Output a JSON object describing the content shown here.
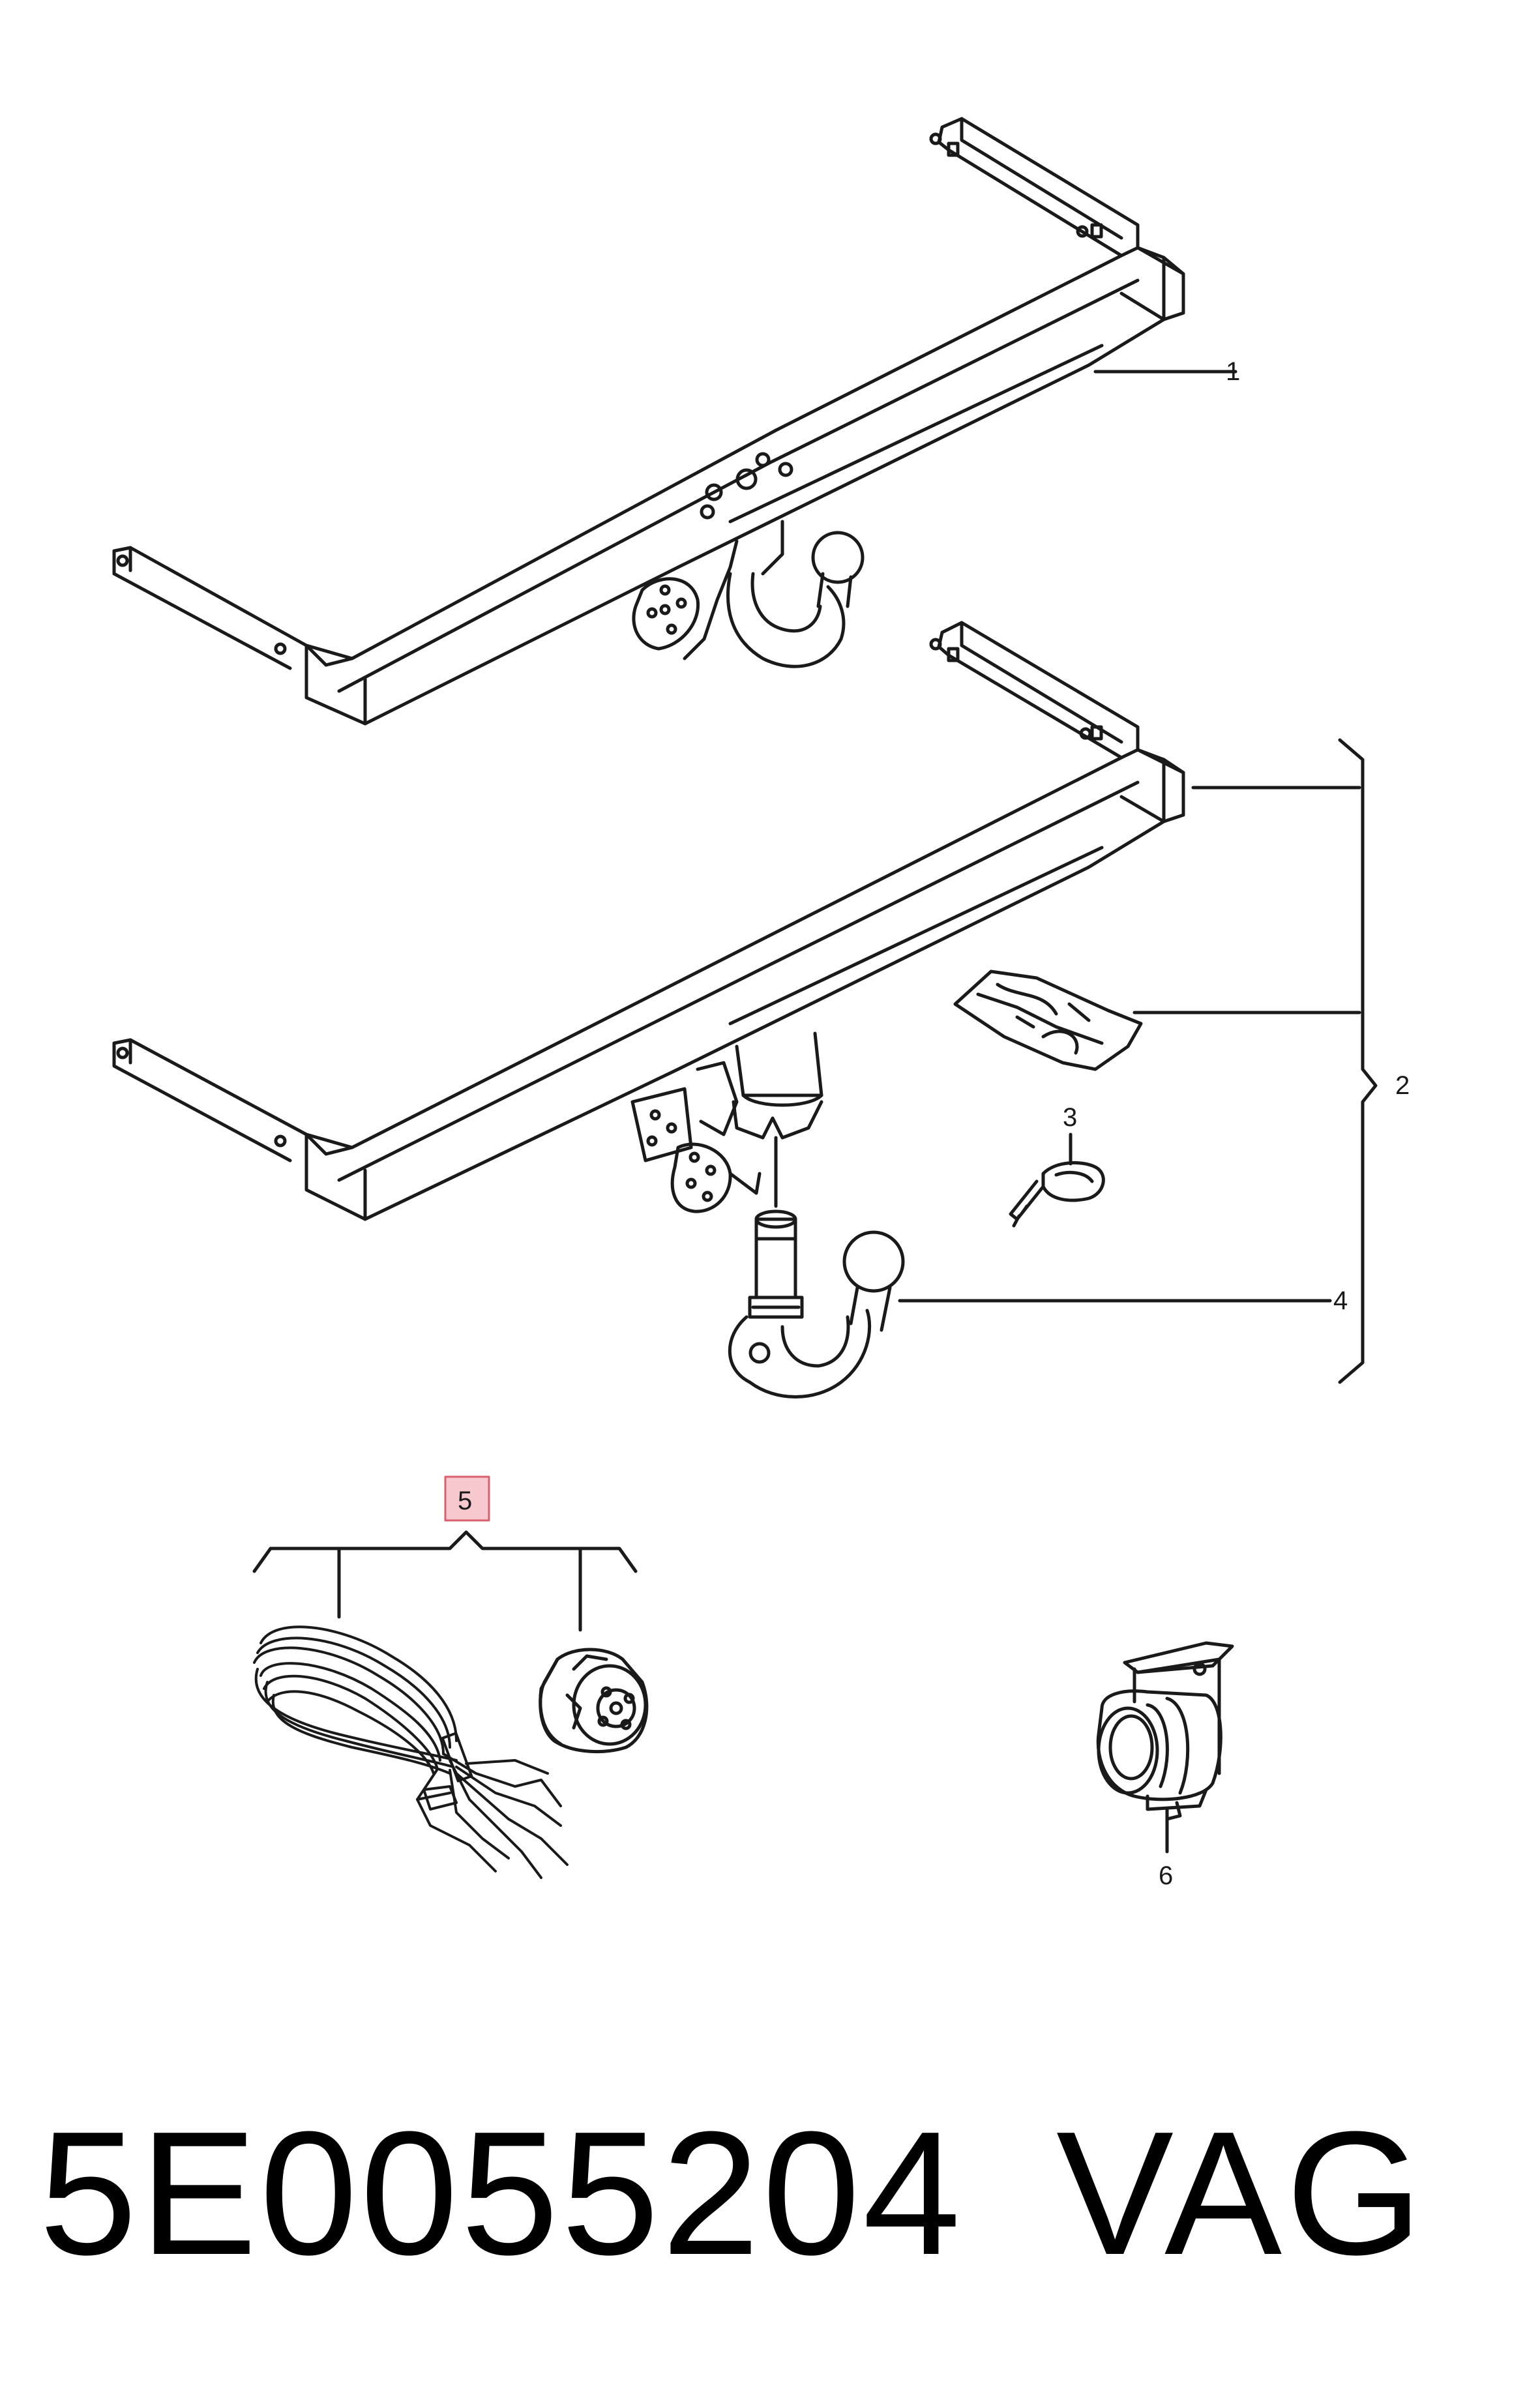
{
  "callouts": {
    "c1": "1",
    "c2": "2",
    "c3": "3",
    "c4": "4",
    "c5": "5",
    "c6": "6"
  },
  "footer": {
    "part_number": "5E0055204",
    "brand": "VAG"
  },
  "colors": {
    "line": "#1a1a1a",
    "highlight_fill": "#f7c9cf",
    "highlight_border": "#d9606e"
  }
}
